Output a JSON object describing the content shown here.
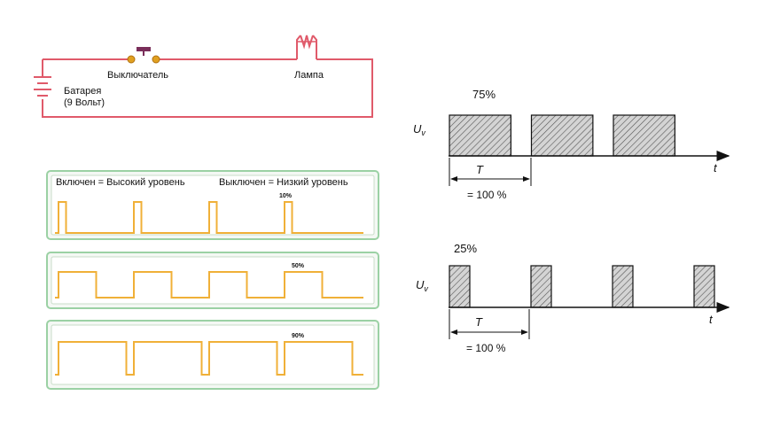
{
  "circuit": {
    "switch_label": "Выключатель",
    "lamp_label": "Лампа",
    "battery_label": "Батарея",
    "battery_voltage": "(9 Вольт)",
    "wire_color": "#e05a6a"
  },
  "panels": {
    "on_label": "Включен = Высокий уровень",
    "off_label": "Выключен = Низкий уровень",
    "signal_color": "#f0b038",
    "panel_border": "#9bd1a4",
    "items": [
      {
        "percent_label": "10%",
        "duty": 0.1
      },
      {
        "percent_label": "50%",
        "duty": 0.5
      },
      {
        "percent_label": "90%",
        "duty": 0.9
      }
    ]
  },
  "pwm_top": {
    "percent_label": "75%",
    "duty": 0.75,
    "y_label": "U",
    "y_sub": "v",
    "x_label": "t",
    "period_label": "T",
    "period_value": "= 100 %"
  },
  "pwm_bottom": {
    "percent_label": "25%",
    "duty": 0.25,
    "y_label": "U",
    "y_sub": "v",
    "x_label": "t",
    "period_label": "T",
    "period_value": "= 100 %"
  }
}
